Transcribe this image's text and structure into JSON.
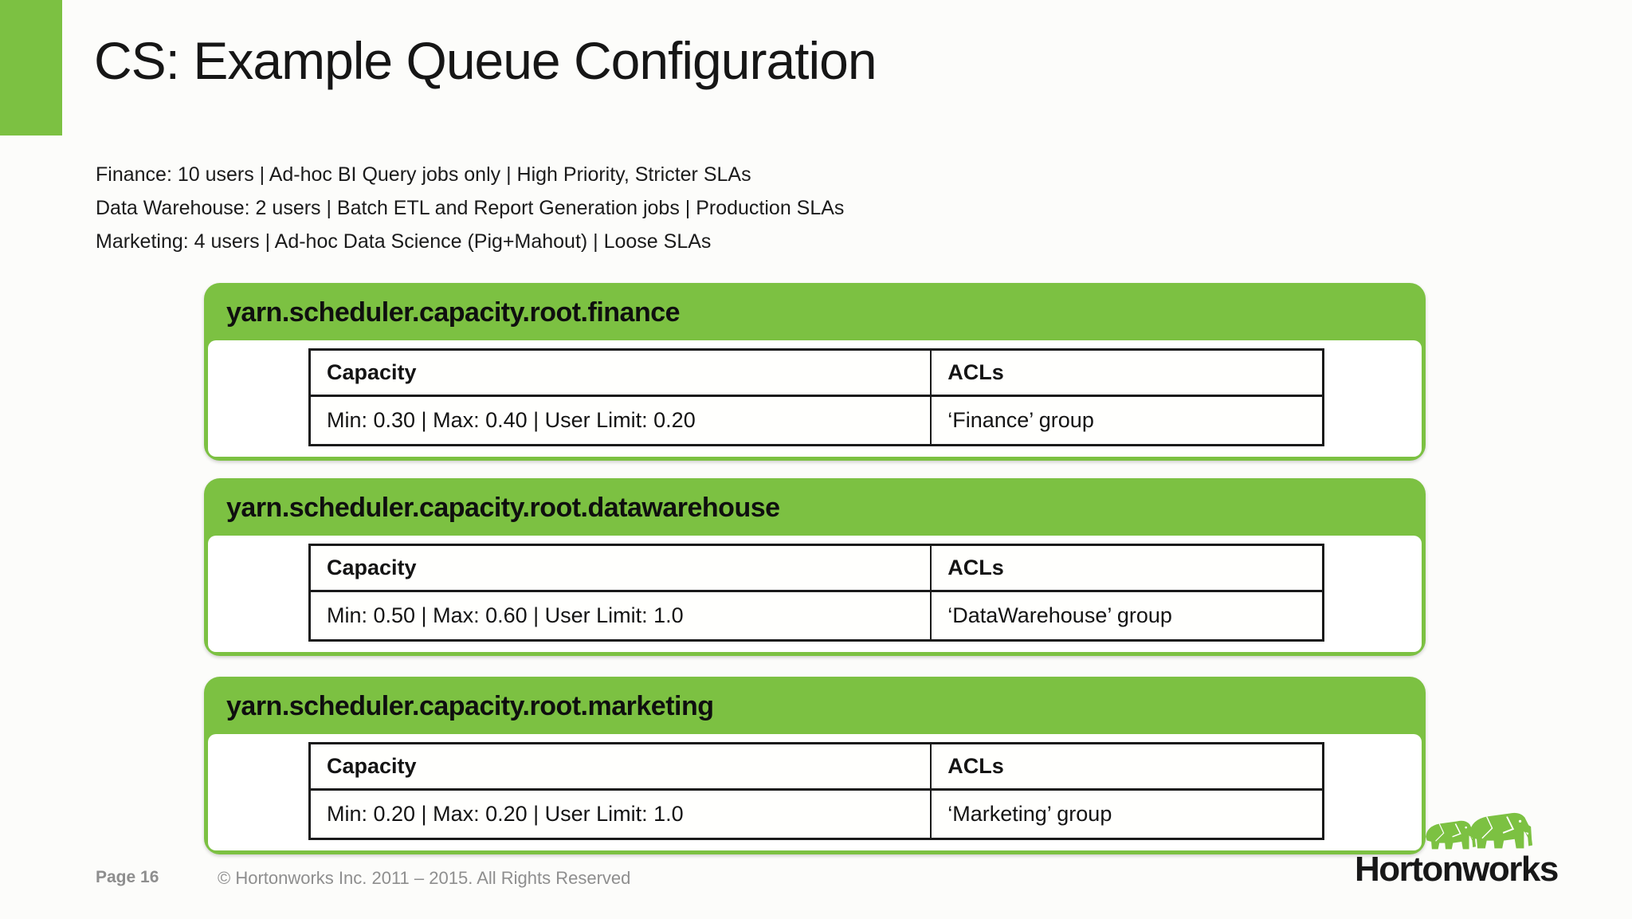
{
  "title": "CS: Example Queue Configuration",
  "intro_lines": [
    "Finance: 10 users | Ad-hoc BI Query jobs only | High Priority, Stricter SLAs",
    "Data Warehouse: 2 users | Batch ETL and Report Generation jobs | Production SLAs",
    "Marketing: 4 users | Ad-hoc Data Science (Pig+Mahout) | Loose SLAs"
  ],
  "table_headers": {
    "capacity": "Capacity",
    "acls": "ACLs"
  },
  "queues": [
    {
      "property": "yarn.scheduler.capacity.root.finance",
      "capacity": "Min: 0.30 | Max: 0.40 | User Limit: 0.20",
      "acls": "‘Finance’ group"
    },
    {
      "property": "yarn.scheduler.capacity.root.datawarehouse",
      "capacity": "Min: 0.50 | Max: 0.60 | User Limit: 1.0",
      "acls": "‘DataWarehouse’ group"
    },
    {
      "property": "yarn.scheduler.capacity.root.marketing",
      "capacity": "Min: 0.20 | Max: 0.20 | User Limit: 1.0",
      "acls": "‘Marketing’ group"
    }
  ],
  "footer": {
    "page_label": "Page 16",
    "copyright": "© Hortonworks Inc. 2011 – 2015. All Rights Reserved"
  },
  "logo": {
    "text": "Hortonworks",
    "icon": "hortonworks-elephants-icon"
  },
  "colors": {
    "brand_green": "#7CC142",
    "text_dark": "#1a1a1a",
    "footer_gray": "#8e8e8e"
  }
}
